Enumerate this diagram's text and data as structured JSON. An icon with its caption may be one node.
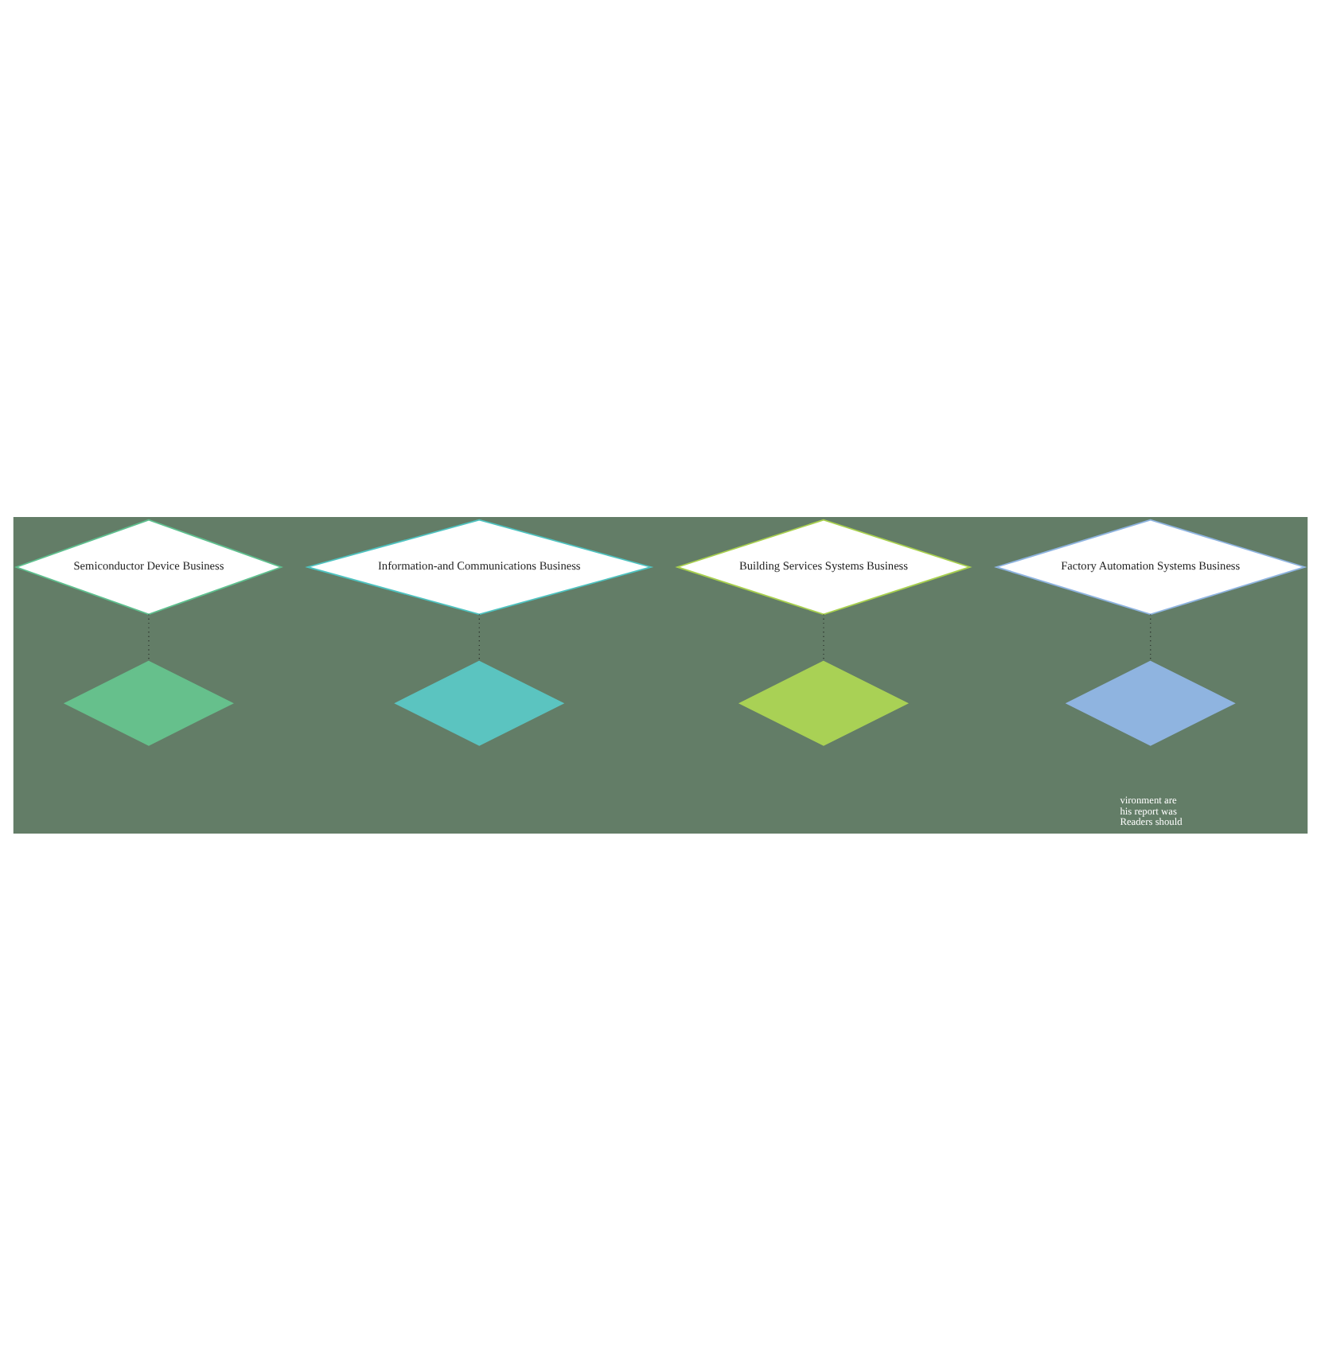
{
  "diagram": {
    "nodes": [
      {
        "text": [
          "Semiconductor Device Business"
        ]
      },
      {
        "text": [
          "Information-and Communications Business"
        ]
      },
      {
        "text": [
          "Building Services Systems Business"
        ]
      },
      {
        "text": [
          "Factory Automation Systems Business"
        ]
      },
      {
        "text": [],
        "shape": "diamond"
      },
      {
        "text": [],
        "shape": "diamond"
      },
      {
        "text": [],
        "shape": "diamond"
      },
      {
        "text": [],
        "shape": "diamond"
      }
    ],
    "edges": [
      {
        "from": 0,
        "to": 4,
        "arrow": "none",
        "style": "dashed"
      },
      {
        "from": 1,
        "to": 5,
        "arrow": "none",
        "style": "dashed"
      },
      {
        "from": 2,
        "to": 6,
        "arrow": "none",
        "style": "dashed"
      },
      {
        "from": 3,
        "to": 7,
        "arrow": "none",
        "style": "dashed"
      }
    ],
    "labels": [
      "vironment are",
      "his report was",
      "Readers should"
    ]
  }
}
